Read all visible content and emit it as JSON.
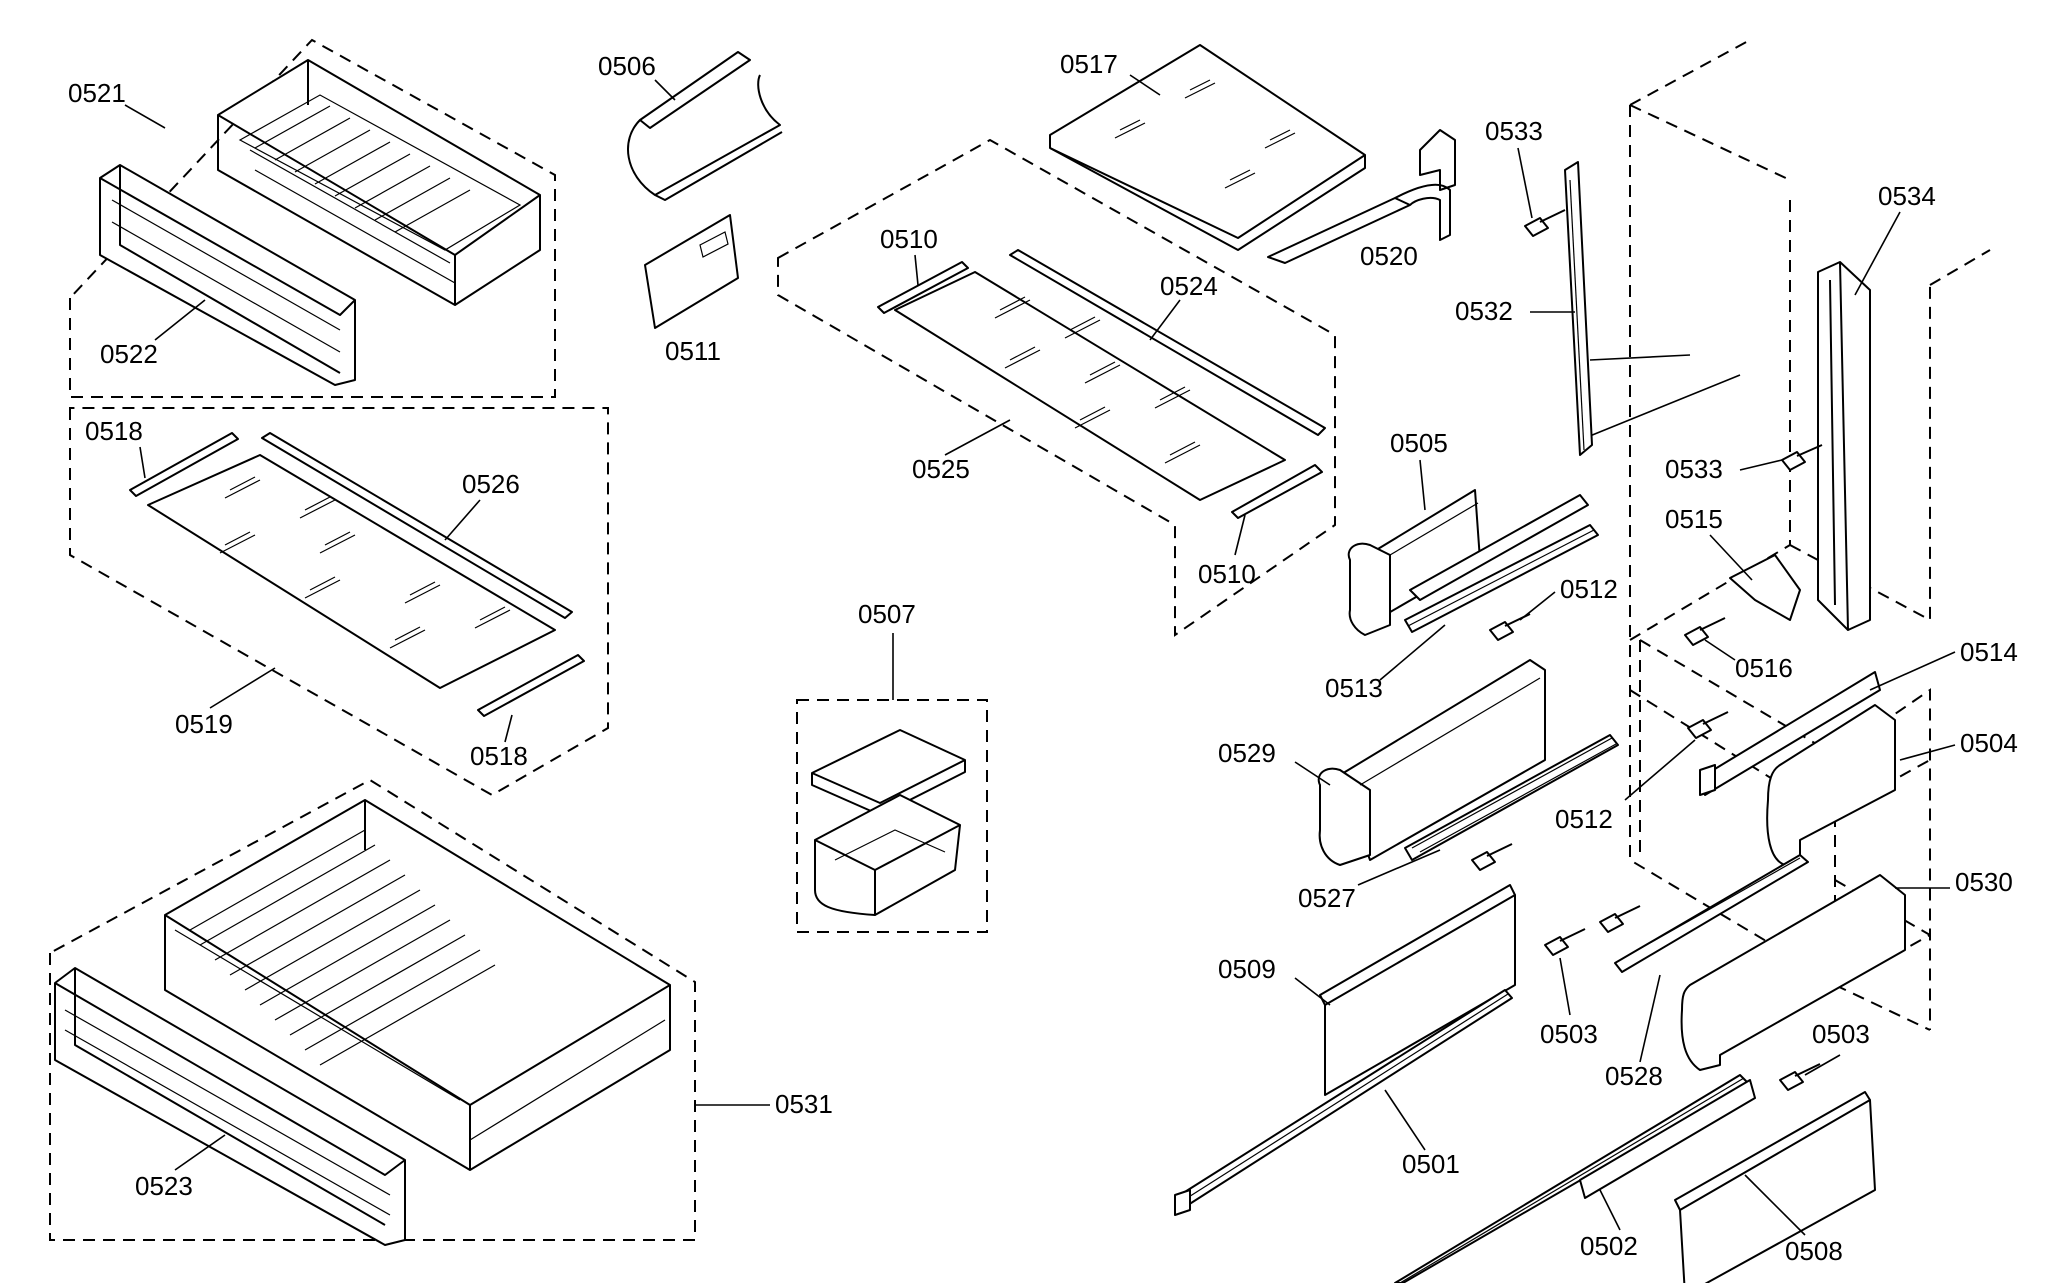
{
  "diagram": {
    "labels": {
      "p0521": "0521",
      "p0522": "0522",
      "p0506": "0506",
      "p0511": "0511",
      "p0517": "0517",
      "p0520": "0520",
      "p0510a": "0510",
      "p0510b": "0510",
      "p0524": "0524",
      "p0525": "0525",
      "p0533a": "0533",
      "p0533b": "0533",
      "p0532": "0532",
      "p0534": "0534",
      "p0518a": "0518",
      "p0518b": "0518",
      "p0526": "0526",
      "p0519": "0519",
      "p0505": "0505",
      "p0515": "0515",
      "p0512a": "0512",
      "p0512b": "0512",
      "p0513": "0513",
      "p0516": "0516",
      "p0514": "0514",
      "p0507": "0507",
      "p0529": "0529",
      "p0504": "0504",
      "p0527": "0527",
      "p0530": "0530",
      "p0509": "0509",
      "p0503a": "0503",
      "p0503b": "0503",
      "p0528": "0528",
      "p0531": "0531",
      "p0523": "0523",
      "p0501": "0501",
      "p0502": "0502",
      "p0508": "0508"
    }
  }
}
